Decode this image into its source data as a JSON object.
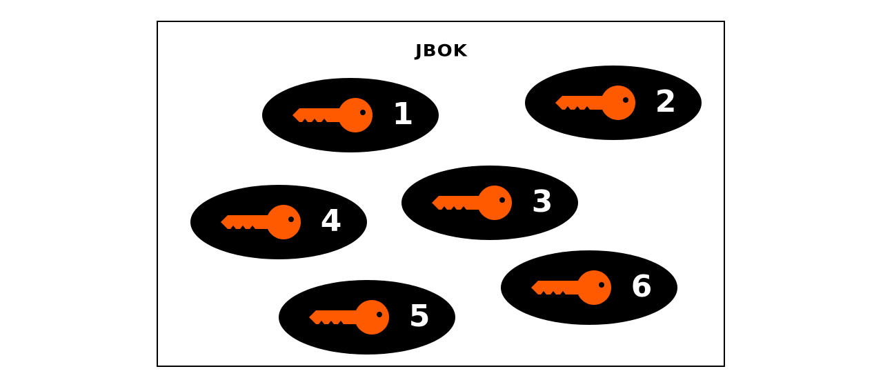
{
  "title": "JBOK",
  "colors": {
    "key": "#ff5a00",
    "token_bg": "#000000",
    "number": "#ffffff"
  },
  "tokens": [
    {
      "number": "1",
      "icon": "key-icon"
    },
    {
      "number": "2",
      "icon": "key-icon"
    },
    {
      "number": "3",
      "icon": "key-icon"
    },
    {
      "number": "4",
      "icon": "key-icon"
    },
    {
      "number": "5",
      "icon": "key-icon"
    },
    {
      "number": "6",
      "icon": "key-icon"
    }
  ]
}
